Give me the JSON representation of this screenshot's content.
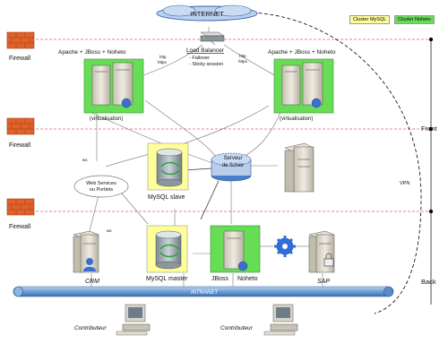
{
  "diagram": {
    "internet_label": "INTERNET",
    "legend": {
      "mysql_label": "Cluster MySQL",
      "mysql_color": "#ffff99",
      "noheto_label": "Cluster Noheto",
      "noheto_color": "#66dd55"
    },
    "firewalls": [
      "Firewall",
      "Firewall",
      "Firewall"
    ],
    "load_balancer": {
      "title": "Load Balancer",
      "features": [
        "- Failover",
        "- Sticky session"
      ]
    },
    "server_left": {
      "title": "Apache + JBoss + Noheto",
      "note": "(virtualisation)"
    },
    "server_right": {
      "title": "Apache + JBoss + Noheto",
      "note": "(virtualisation)"
    },
    "http_labels": [
      "http",
      "https"
    ],
    "zones": {
      "front": "Front",
      "back": "Back",
      "vpn": "VPN"
    },
    "web_services": [
      "Web Services",
      "ou Portlets"
    ],
    "ws_labels": [
      "ws",
      "ws"
    ],
    "file_server": [
      "Serveur",
      "de fichier"
    ],
    "mysql_slave": "MySQL  slave",
    "mysql_master": "MySQL master",
    "jboss_label": "JBoss",
    "noheto_label": "Noheto",
    "crm_label": "CRM",
    "sap_label": "SAP",
    "intranet_label": "INTRANET",
    "contributors": [
      "Contributeur",
      "Contributeur"
    ],
    "colors": {
      "firewall": "#e0622a",
      "green": "#66dd55",
      "yellow": "#ffff99",
      "bus": "#7aa6d6",
      "red_dash": "#e06060"
    }
  }
}
